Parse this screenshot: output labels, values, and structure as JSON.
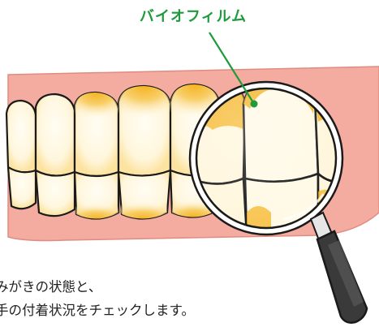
{
  "diagram": {
    "callout_label": "バイオフィルム",
    "caption_lines": [
      "みがきの状態と、",
      "手の付着状況をチェックします。"
    ]
  },
  "colors": {
    "label_green": "#1f9a3c",
    "leader_line": "#1f9a3c",
    "gum": "#f4aba0",
    "gum_outline": "#e08c80",
    "tooth_fill": "#fff9e6",
    "biofilm_yellow": "#f5b320",
    "outline": "#1a1a1a",
    "lens_handle": "#3a3a3a"
  },
  "icons": {
    "magnifier": "magnifying-glass-icon"
  }
}
